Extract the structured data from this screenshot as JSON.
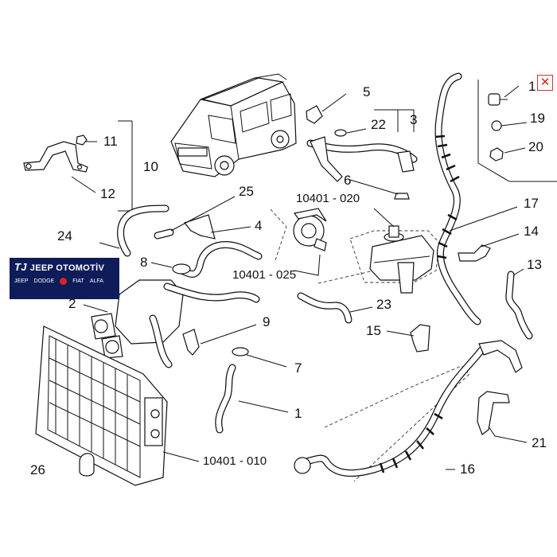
{
  "diagram": {
    "callouts": {
      "c1": "1",
      "c2": "2",
      "c4": "4",
      "c5": "5",
      "c6": "6",
      "c7": "7",
      "c8": "8",
      "c9": "9",
      "c10": "10",
      "c11": "11",
      "c12": "12",
      "c13": "13",
      "c14": "14",
      "c15": "15",
      "c16": "16",
      "c17": "17",
      "c19": "19",
      "c20": "20",
      "c21": "21",
      "c22": "22",
      "c23": "23",
      "c24": "24",
      "c25": "25",
      "c26": "26",
      "c3": "3",
      "c18": "1"
    },
    "part_numbers": {
      "pump": "10401 - 025",
      "reservoir": "10401 - 020",
      "radiator": "10401 - 010"
    }
  },
  "logo": {
    "brand": "JEEP OTOMOTİV",
    "mark": "TJ",
    "badges": [
      "JEEP",
      "DODGE",
      "FIAT",
      "ALFA"
    ],
    "colors": {
      "background": "#0e1c5a",
      "accent": "#d22222"
    }
  },
  "close_icon": "close-icon",
  "close_glyph": "✕"
}
